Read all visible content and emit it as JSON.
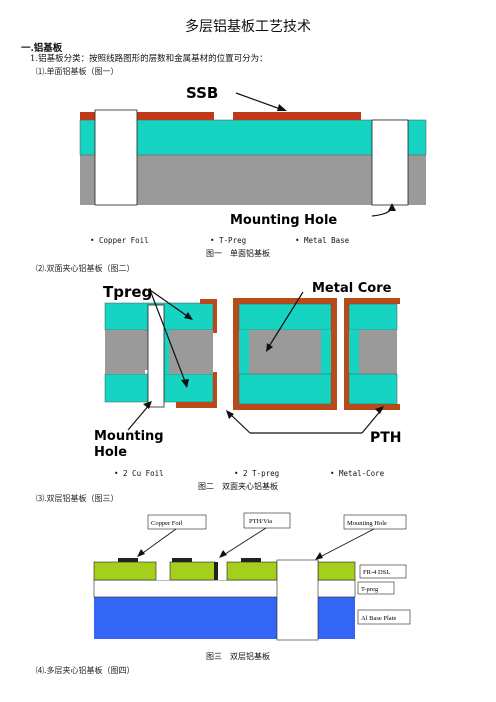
{
  "title": "多层铝基板工艺技术",
  "section1": "一.铝基板",
  "para1": "1.铝基板分类：按照线路图形的层数和金属基材的位置可分为：",
  "fig1": {
    "sub": "⑴.单面铝基板（图一）",
    "label_ssb": "SSB",
    "label_hole": "Mounting Hole",
    "legend": [
      "• Copper Foil",
      "• T-Preg",
      "• Metal Base"
    ],
    "caption": "图一　单面铝基板",
    "colors": {
      "copper": "#c0391b",
      "preg": "#16d3c2",
      "metal": "#9a9a9a"
    }
  },
  "fig2": {
    "sub": "⑵.双面夹心铝基板（图二）",
    "label_tpreg": "Tpreg",
    "label_core": "Metal Core",
    "label_hole_1": "Mounting",
    "label_hole_2": "Hole",
    "label_pth": "PTH",
    "legend": [
      "• 2 Cu Foil",
      "• 2 T-preg",
      "• Metal-Core"
    ],
    "caption": "图二　双面夹心铝基板"
  },
  "fig3": {
    "sub": "⑶.双层铝基板（图三）",
    "box_copper": "Copper Foil",
    "box_pth": "PTH/Via",
    "box_hole": "Mounting Hole",
    "box_fr4": "FR-4 DSL",
    "box_tpreg": "T-preg",
    "box_al": "Al Base Plate",
    "caption": "图三　双层铝基板",
    "colors": {
      "green": "#a4cf1d",
      "blue": "#3366f5"
    }
  },
  "fig4": {
    "sub": "⑷.多层夹心铝基板（图四）"
  }
}
